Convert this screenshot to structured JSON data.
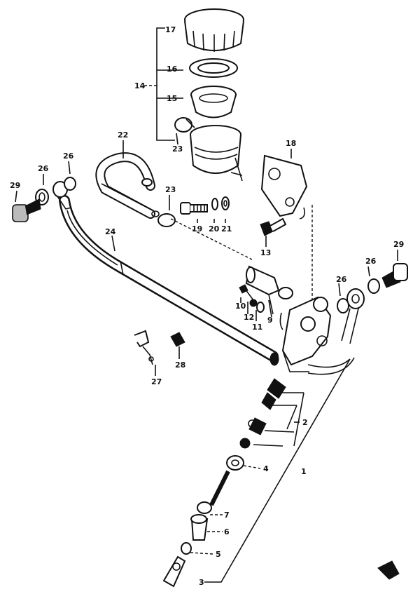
{
  "diagram": {
    "labels": {
      "l1": "1",
      "l2": "2",
      "l3": "3",
      "l4": "4",
      "l5": "5",
      "l6": "6",
      "l7": "7",
      "l10": "10",
      "l11": "11",
      "l12": "12",
      "l13": "13",
      "l14": "14",
      "l15": "15",
      "l16": "16",
      "l17": "17",
      "l18": "18",
      "l19": "19",
      "l20": "20",
      "l21": "21",
      "l22": "22",
      "l23a": "23",
      "l23b": "23",
      "l24": "24",
      "l26a": "26",
      "l26b": "26",
      "l26c": "26",
      "l26d": "26",
      "l27": "27",
      "l28": "28",
      "l29a": "29",
      "l29b": "29"
    }
  }
}
